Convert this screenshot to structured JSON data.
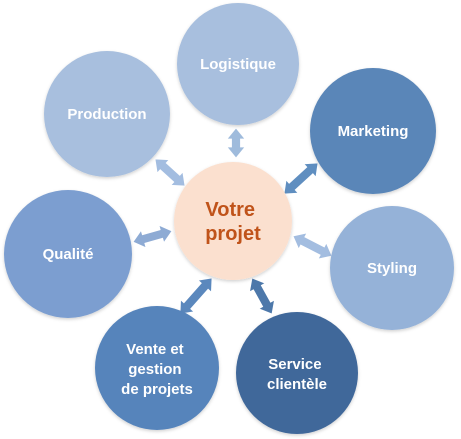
{
  "diagram": {
    "center": {
      "lines": [
        "Votre",
        "projet"
      ],
      "fill": "#fbe0cf",
      "text_color": "#c0531a"
    },
    "nodes": [
      {
        "id": "logistique",
        "lines": [
          "Logistique"
        ],
        "fill": "#a8bfde"
      },
      {
        "id": "marketing",
        "lines": [
          "Marketing"
        ],
        "fill": "#5a86b8"
      },
      {
        "id": "styling",
        "lines": [
          "Styling"
        ],
        "fill": "#95b2d8"
      },
      {
        "id": "service-clientele",
        "lines": [
          "Service",
          "clientèle"
        ],
        "fill": "#41689a"
      },
      {
        "id": "vente-gestion",
        "lines": [
          "Vente et",
          "gestion",
          "de projets"
        ],
        "fill": "#5784bb"
      },
      {
        "id": "qualite",
        "lines": [
          "Qualité"
        ],
        "fill": "#7c9ed0"
      },
      {
        "id": "production",
        "lines": [
          "Production"
        ],
        "fill": "#a8bfde"
      }
    ],
    "arrow_colors": {
      "logistique": "#9fbbdc",
      "marketing": "#5f8ec0",
      "styling": "#a3bde0",
      "service-clientele": "#4d78aa",
      "vente-gestion": "#5b88bd",
      "qualite": "#8eabd4",
      "production": "#a3bde0"
    }
  }
}
